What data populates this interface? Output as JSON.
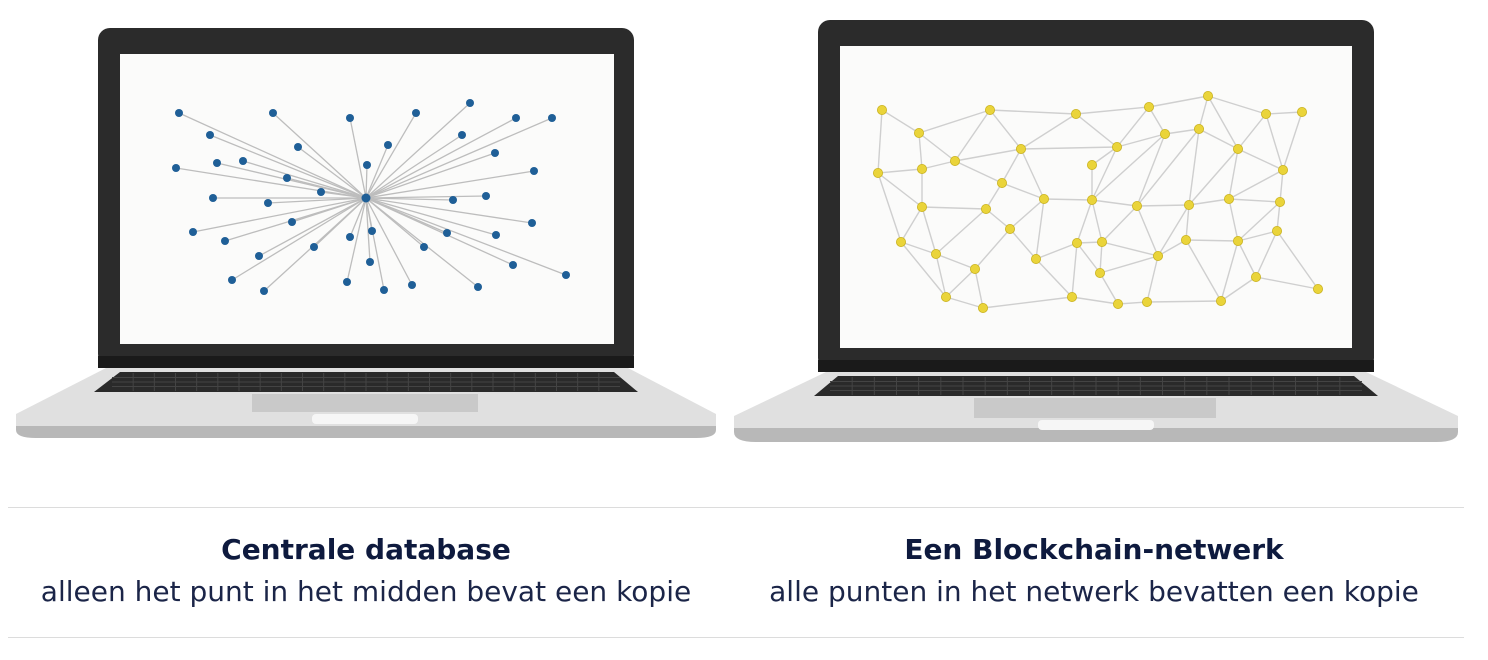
{
  "colors": {
    "hub_node": "#1f5f97",
    "peer_node": "#ead43a",
    "link": "#bdbdbd",
    "caption_text": "#0e1a3e"
  },
  "panels": [
    {
      "title": "Centrale database",
      "subtitle": "alleen het punt in het midden bevat een kopie"
    },
    {
      "title": "Een Blockchain-netwerk",
      "subtitle": "alle punten in het netwerk bevatten een kopie"
    }
  ]
}
